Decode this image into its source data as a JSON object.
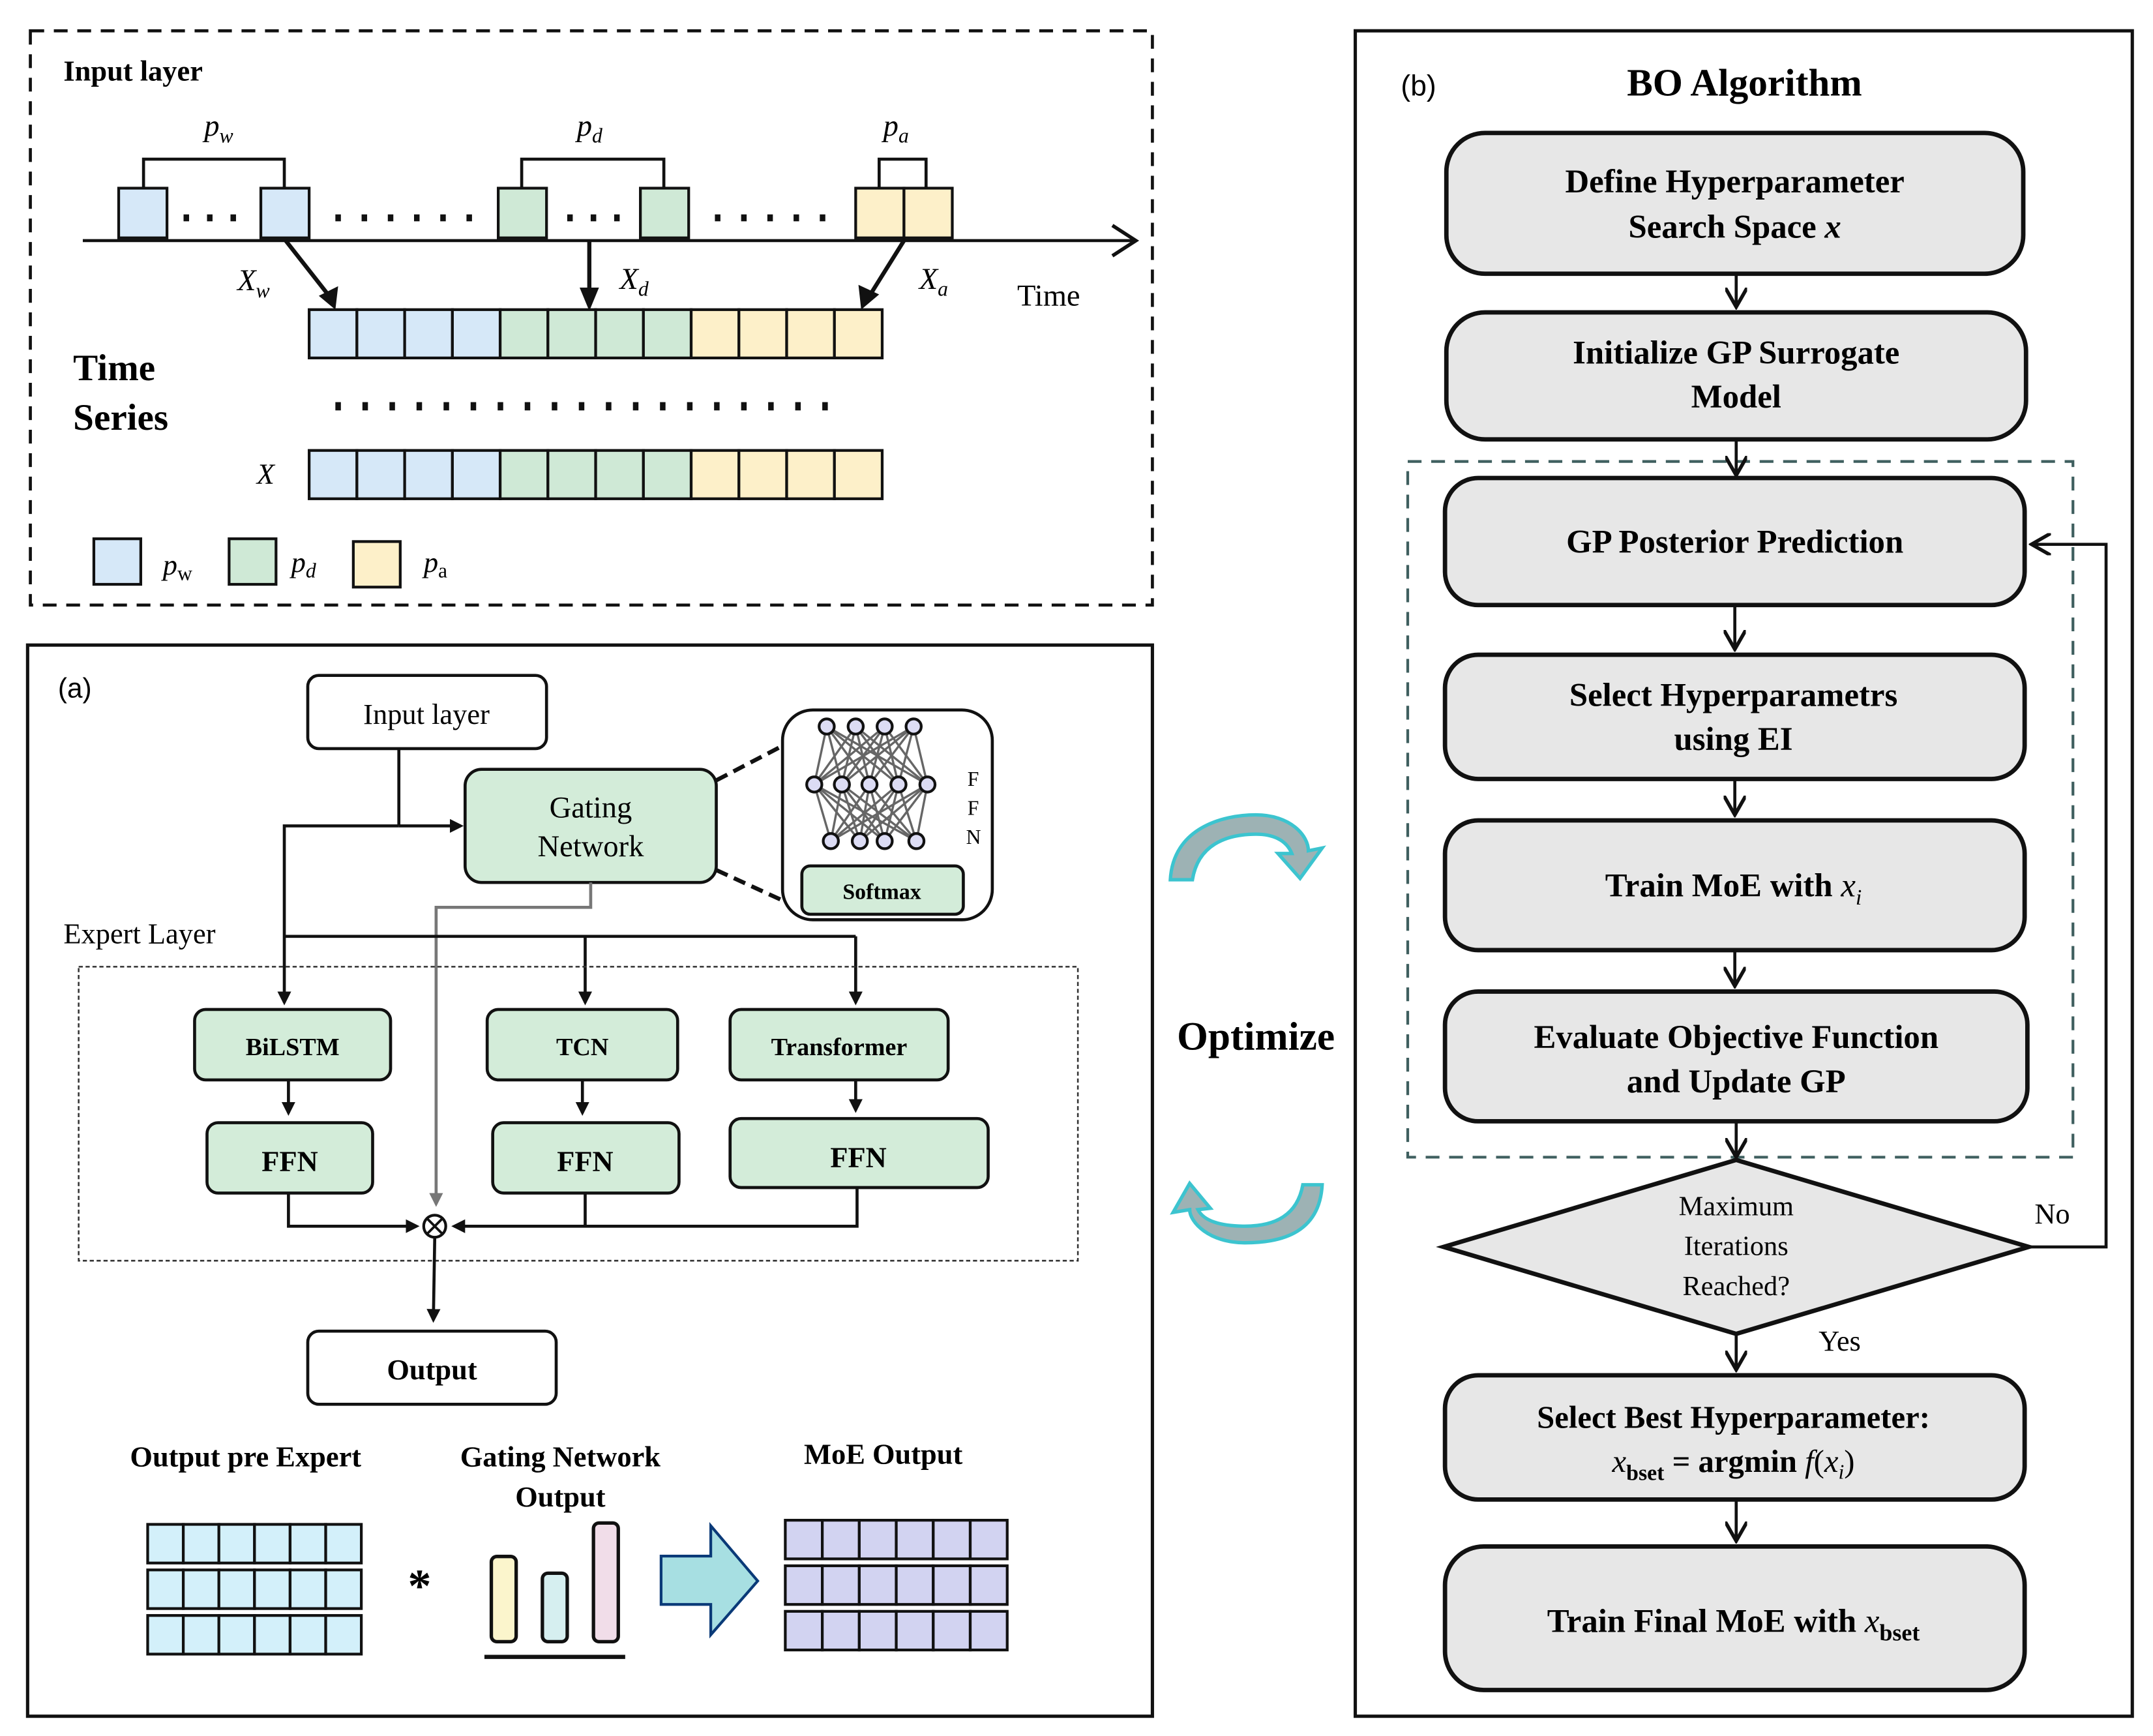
{
  "colors": {
    "pw": "#d6e8f8",
    "pd": "#cfe9d6",
    "pa": "#fdf0c9",
    "module_green": "#d3ecd9",
    "flow_gray": "#e7e7e7",
    "expert_out": "#d3f0fa",
    "moe_out": "#d2d3f1",
    "optimize_arrow": "#3cc4cf",
    "loop_dashed": "#3f5f5f"
  },
  "input_layer": {
    "title": "Input layer",
    "brackets": [
      {
        "label_base": "p",
        "label_sub": "w"
      },
      {
        "label_base": "p",
        "label_sub": "d"
      },
      {
        "label_base": "p",
        "label_sub": "a"
      }
    ],
    "arrows": [
      {
        "label_base": "X",
        "label_sub": "w"
      },
      {
        "label_base": "X",
        "label_sub": "d"
      },
      {
        "label_base": "X",
        "label_sub": "a"
      }
    ],
    "axis_label": "Time",
    "series_label_line1": "Time",
    "series_label_line2": "Series",
    "x_label": "X",
    "sequence_segments": [
      "pw",
      "pw",
      "pw",
      "pw",
      "pd",
      "pd",
      "pd",
      "pd",
      "pa",
      "pa",
      "pa",
      "pa"
    ],
    "legend": [
      {
        "key": "pw",
        "base": "p",
        "sub": "w"
      },
      {
        "key": "pd",
        "base": "p",
        "sub": "d"
      },
      {
        "key": "pa",
        "base": "p",
        "sub": "a"
      }
    ]
  },
  "panel_a": {
    "tag": "(a)",
    "input_box": "Input layer",
    "gating_line1": "Gating",
    "gating_line2": "Network",
    "ffn_letters": [
      "F",
      "F",
      "N"
    ],
    "softmax": "Softmax",
    "expert_layer_label": "Expert Layer",
    "experts": [
      {
        "name": "BiLSTM",
        "ffn": "FFN"
      },
      {
        "name": "TCN",
        "ffn": "FFN"
      },
      {
        "name": "Transformer",
        "ffn": "FFN"
      }
    ],
    "combine_symbol": "⊗",
    "output_box": "Output",
    "bottom": {
      "expert_output_label": "Output pre Expert",
      "gating_output_label_line1": "Gating Network",
      "gating_output_label_line2": "Output",
      "moe_output_label": "MoE Output",
      "multiply_symbol": "*",
      "gating_weights": [
        0.56,
        0.45,
        0.78
      ]
    }
  },
  "middle": {
    "label": "Optimize"
  },
  "panel_b": {
    "tag": "(b)",
    "title": "BO Algorithm",
    "steps": [
      {
        "line1": "Define Hyperparameter",
        "line2": "Search Space",
        "var": "x"
      },
      {
        "line1": "Initialize GP Surrogate",
        "line2": "Model"
      },
      {
        "line1": "GP Posterior Prediction"
      },
      {
        "line1": "Select Hyperparametrs",
        "line2": "using EI"
      },
      {
        "line1": "Train MoE with",
        "var": "x",
        "sub": "i"
      },
      {
        "line1": "Evaluate Objective Function",
        "line2": "and Update GP"
      }
    ],
    "decision": {
      "line1": "Maximum",
      "line2": "Iterations",
      "line3": "Reached?"
    },
    "no_label": "No",
    "yes_label": "Yes",
    "best_step": {
      "line1": "Select Best Hyperparameter:",
      "var": "x",
      "sub": "bset",
      "eq": " = argmin ",
      "fn": "f",
      "arg_open": "(",
      "arg_var": "x",
      "arg_sub": "i",
      "arg_close": ")"
    },
    "final_step": {
      "line1": "Train Final MoE with",
      "var": "x",
      "sub": "bset"
    }
  }
}
